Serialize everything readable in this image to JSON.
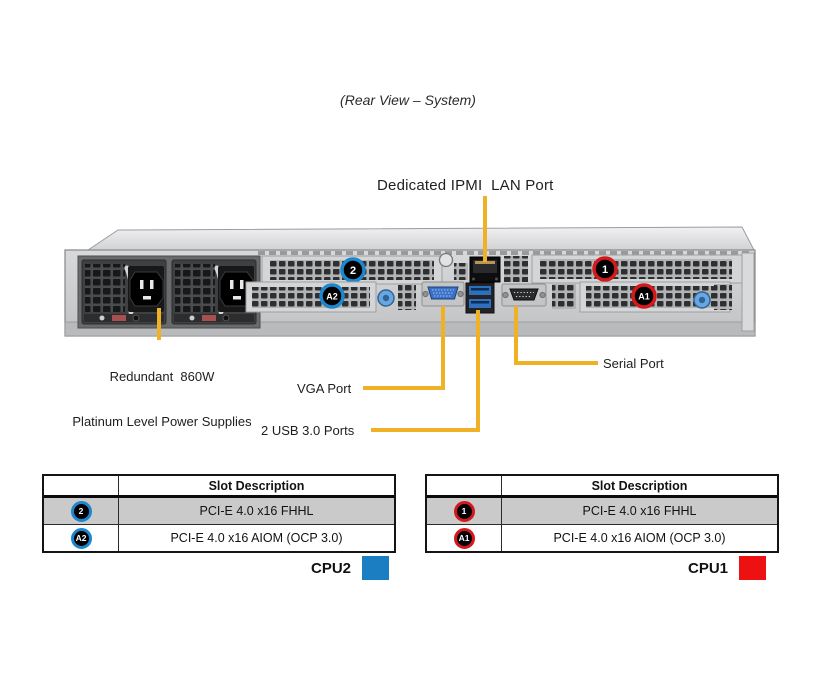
{
  "title": "(Rear View – System)",
  "callouts": {
    "ipmi_label": "Dedicated IPMI  LAN Port",
    "psu_label_line1": "Redundant  860W",
    "psu_label_line2": "Platinum Level Power Supplies",
    "vga_label": "VGA Port",
    "usb_label": "2 USB 3.0 Ports",
    "serial_label": "Serial Port"
  },
  "chassis": {
    "slot_badges": {
      "pcie_left": "2",
      "aiom_left": "A2",
      "pcie_right": "1",
      "aiom_right": "A1"
    }
  },
  "tables": {
    "left": {
      "header": "Slot Description",
      "rows": [
        {
          "badge": "2",
          "desc": "PCI-E 4.0 x16 FHHL"
        },
        {
          "badge": "A2",
          "desc": "PCI-E 4.0 x16 AIOM (OCP 3.0)"
        }
      ]
    },
    "right": {
      "header": "Slot Description",
      "rows": [
        {
          "badge": "1",
          "desc": "PCI-E 4.0 x16 FHHL"
        },
        {
          "badge": "A1",
          "desc": "PCI-E 4.0 x16 AIOM (OCP 3.0)"
        }
      ]
    }
  },
  "legend": {
    "cpu2": "CPU2",
    "cpu1": "CPU1"
  },
  "colors": {
    "callout_yellow": "#f1b127",
    "badge_blue": "#1d86cc",
    "badge_red": "#d4191b",
    "legend_blue": "#1b7ec2",
    "legend_red": "#ee1111"
  }
}
